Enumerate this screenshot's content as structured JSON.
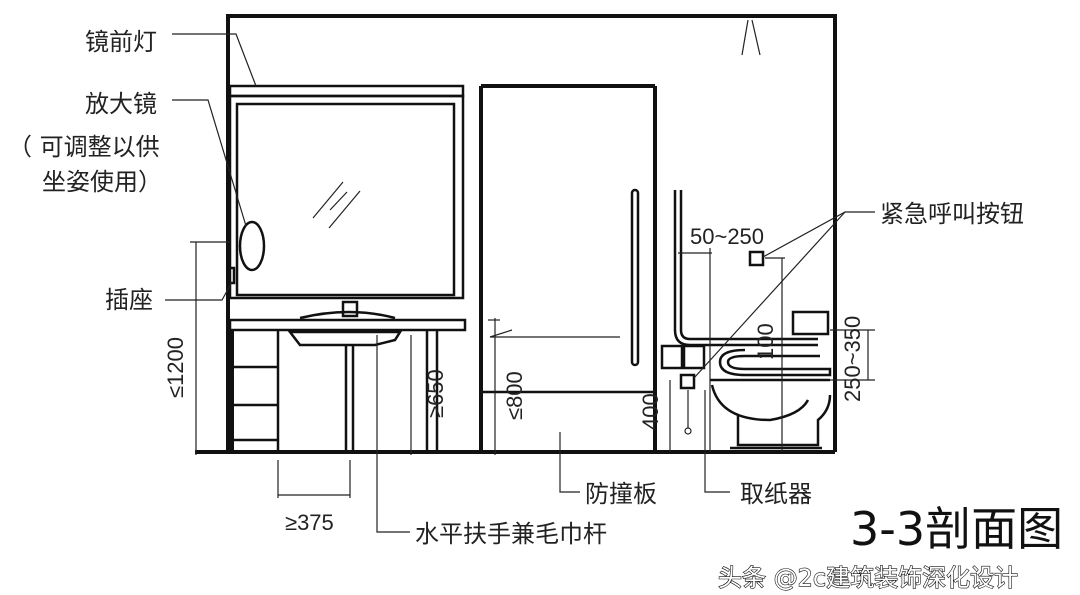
{
  "labels": {
    "mirror_light": "镜前灯",
    "magnifier": "放大镜",
    "magnifier_note_1": "（ 可调整以供",
    "magnifier_note_2": "坐姿使用）",
    "socket": "插座",
    "emergency_button": "紧急呼叫按钮",
    "bumper_board": "防撞板",
    "paper_holder": "取纸器",
    "towel_bar": "水平扶手兼毛巾杆"
  },
  "dimensions": {
    "mirror_height": "≤1200",
    "basin_clearance": "≥650",
    "basin_width": "≥375",
    "door_bar": "≤800",
    "guard_height": "400",
    "button_offset": "50~250",
    "grab_bar_h": "100",
    "grab_bar_range": "250~350"
  },
  "title": "3-3剖面图",
  "watermark": "头条 @2c建筑装饰深化设计"
}
